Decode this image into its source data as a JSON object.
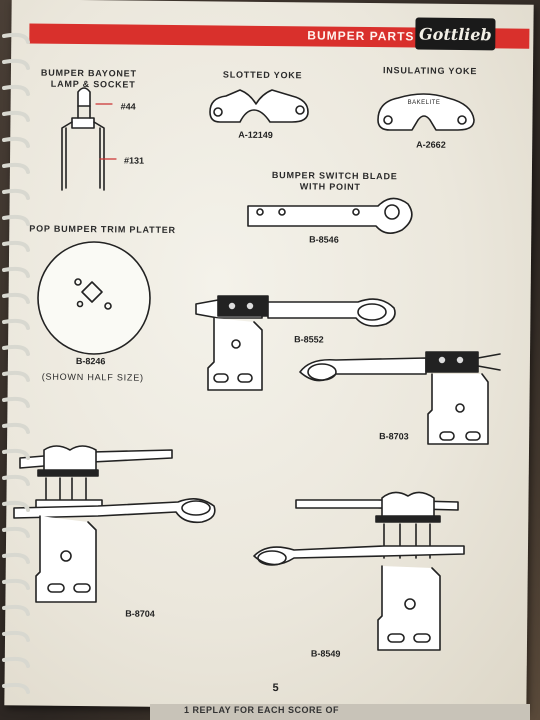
{
  "header": {
    "title": "BUMPER PARTS",
    "brand": "Gottlieb"
  },
  "parts": {
    "bayonet": {
      "title1": "BUMPER BAYONET",
      "title2": "LAMP & SOCKET",
      "callout_top": "#44",
      "callout_bottom": "#131"
    },
    "slotted_yoke": {
      "title": "SLOTTED YOKE",
      "number": "A-12149"
    },
    "insulating_yoke": {
      "title": "INSULATING YOKE",
      "inner_text": "BAKELITE",
      "number": "A-2662"
    },
    "switch_blade": {
      "title1": "BUMPER SWITCH BLADE",
      "title2": "WITH POINT",
      "number": "B-8546"
    },
    "trim_platter": {
      "title": "POP BUMPER TRIM PLATTER",
      "number": "B-8246",
      "note": "(SHOWN HALF SIZE)"
    },
    "b8552": {
      "number": "B-8552"
    },
    "b8703": {
      "number": "B-8703"
    },
    "b8704": {
      "number": "B-8704"
    },
    "b8549": {
      "number": "B-8549"
    }
  },
  "page_number": "5",
  "footer": {
    "text": "1 REPLAY FOR EACH SCORE OF"
  },
  "colors": {
    "header_red": "#d9302c",
    "paper": "#ebe7dc",
    "ink": "#222222"
  }
}
